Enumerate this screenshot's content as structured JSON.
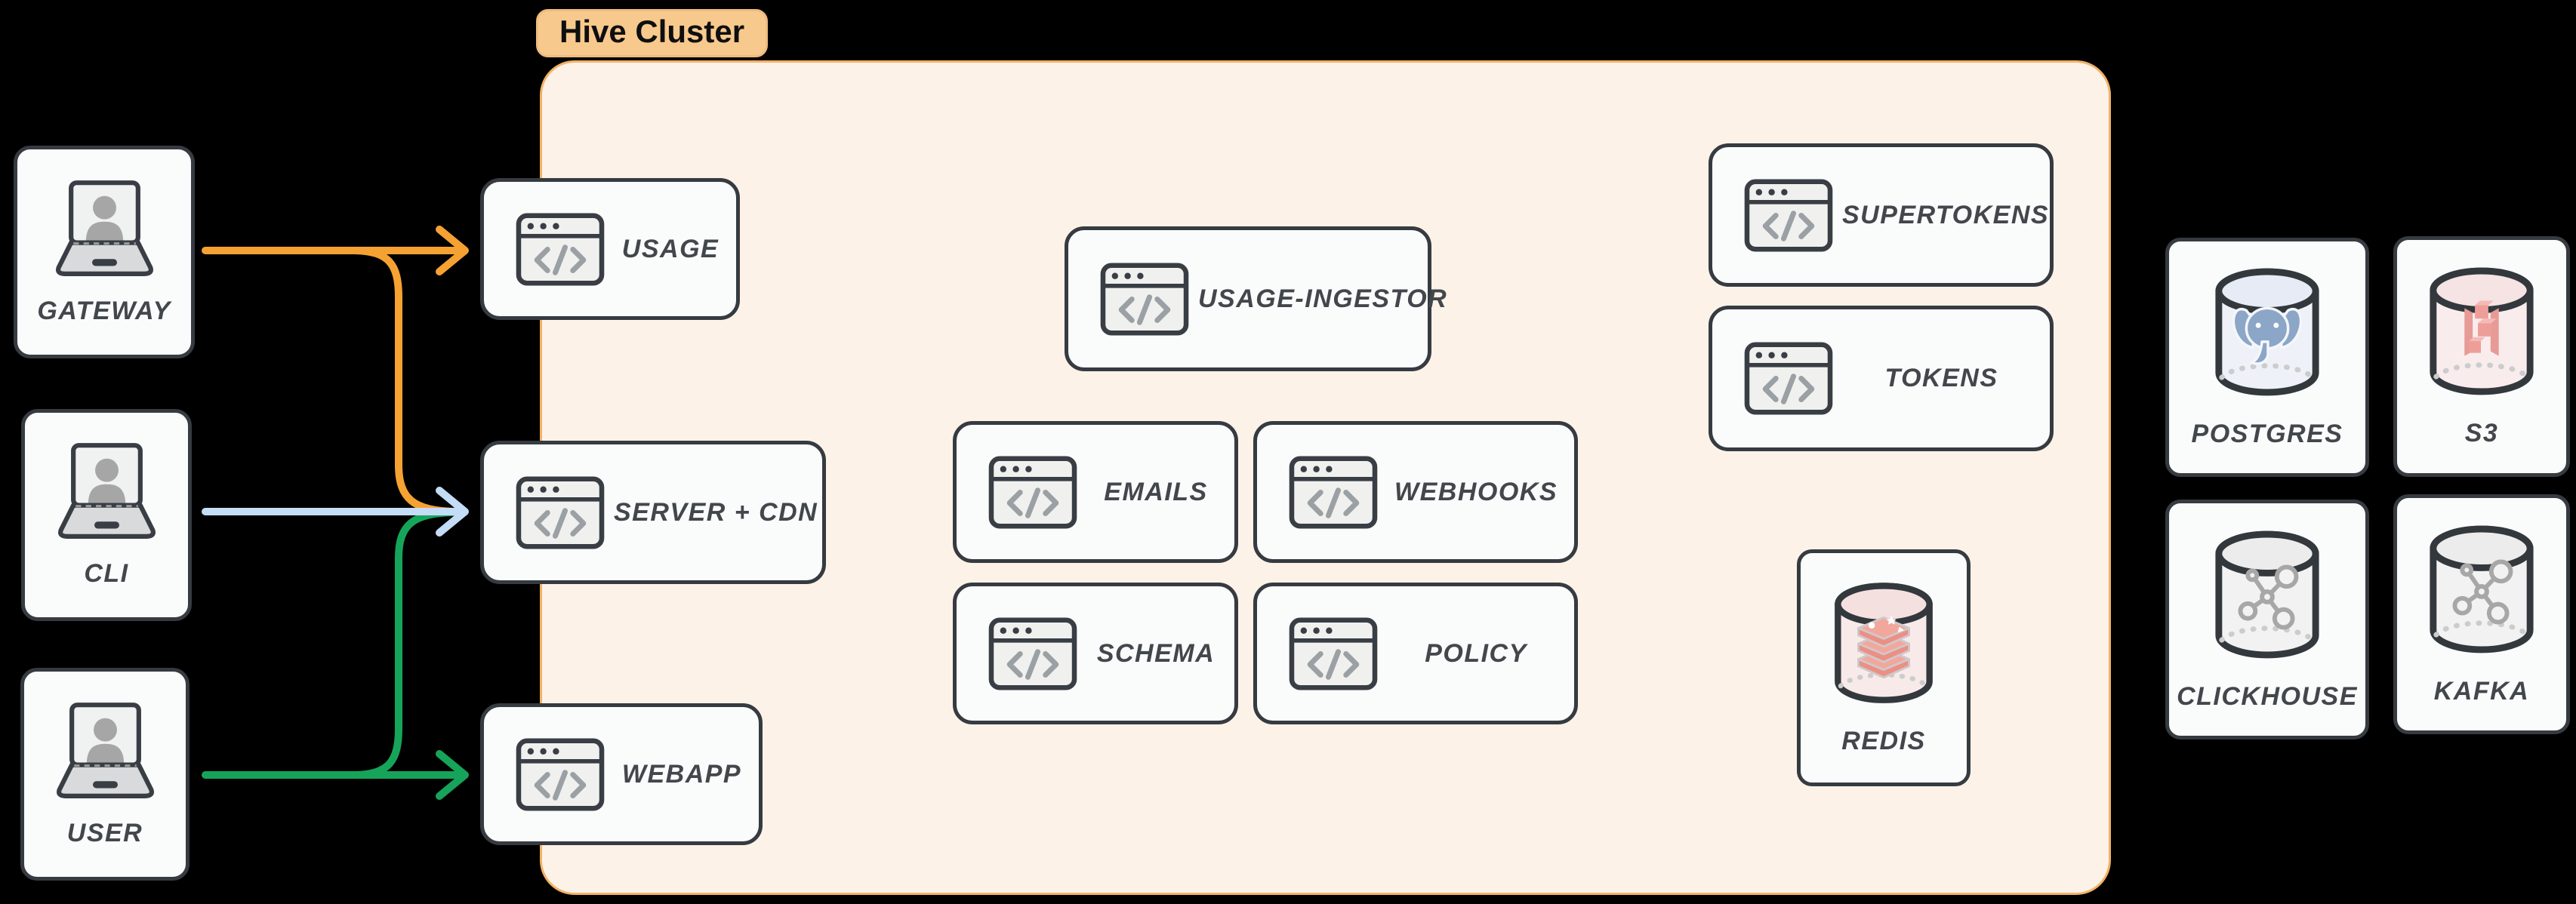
{
  "badge": {
    "label": "Hive Cluster"
  },
  "actors": [
    {
      "id": "gateway",
      "label": "GATEWAY"
    },
    {
      "id": "cli",
      "label": "CLI"
    },
    {
      "id": "user",
      "label": "USER"
    }
  ],
  "cluster": {
    "services": [
      {
        "id": "usage",
        "label": "USAGE"
      },
      {
        "id": "server-cdn",
        "label": "SERVER + CDN"
      },
      {
        "id": "webapp",
        "label": "WEBAPP"
      },
      {
        "id": "usage-ingestor",
        "label": "USAGE-INGESTOR"
      },
      {
        "id": "emails",
        "label": "EMAILS"
      },
      {
        "id": "webhooks",
        "label": "WEBHOOKS"
      },
      {
        "id": "schema",
        "label": "SCHEMA"
      },
      {
        "id": "policy",
        "label": "POLICY"
      },
      {
        "id": "supertokens",
        "label": "SUPERTOKENS"
      },
      {
        "id": "tokens",
        "label": "TOKENS"
      }
    ],
    "cache": {
      "id": "redis",
      "label": "REDIS"
    }
  },
  "databases": [
    {
      "id": "postgres",
      "label": "POSTGRES"
    },
    {
      "id": "s3",
      "label": "S3"
    },
    {
      "id": "clickhouse",
      "label": "CLICKHOUSE"
    },
    {
      "id": "kafka",
      "label": "KAFKA"
    }
  ],
  "connections": [
    {
      "from": "GATEWAY",
      "to": "USAGE",
      "color": "#f5a233"
    },
    {
      "from": "GATEWAY",
      "to": "SERVER + CDN",
      "color": "#f5a233"
    },
    {
      "from": "CLI",
      "to": "SERVER + CDN",
      "color": "#c4dcf5"
    },
    {
      "from": "USER",
      "to": "SERVER + CDN",
      "color": "#16a45a"
    },
    {
      "from": "USER",
      "to": "WEBAPP",
      "color": "#16a45a"
    }
  ],
  "colors": {
    "background": "#000000",
    "cluster_bg": "#fdf2e8",
    "cluster_border": "#f2b166",
    "badge_bg": "#f8c98c",
    "node_bg": "#fafbfb",
    "node_border": "#363b41",
    "label_text": "#42474c",
    "icon_gray": "#9aa0a3",
    "postgres_blue": "#8ba6c7",
    "s3_red": "#e79b96",
    "redis_salmon": "#f0998f"
  }
}
